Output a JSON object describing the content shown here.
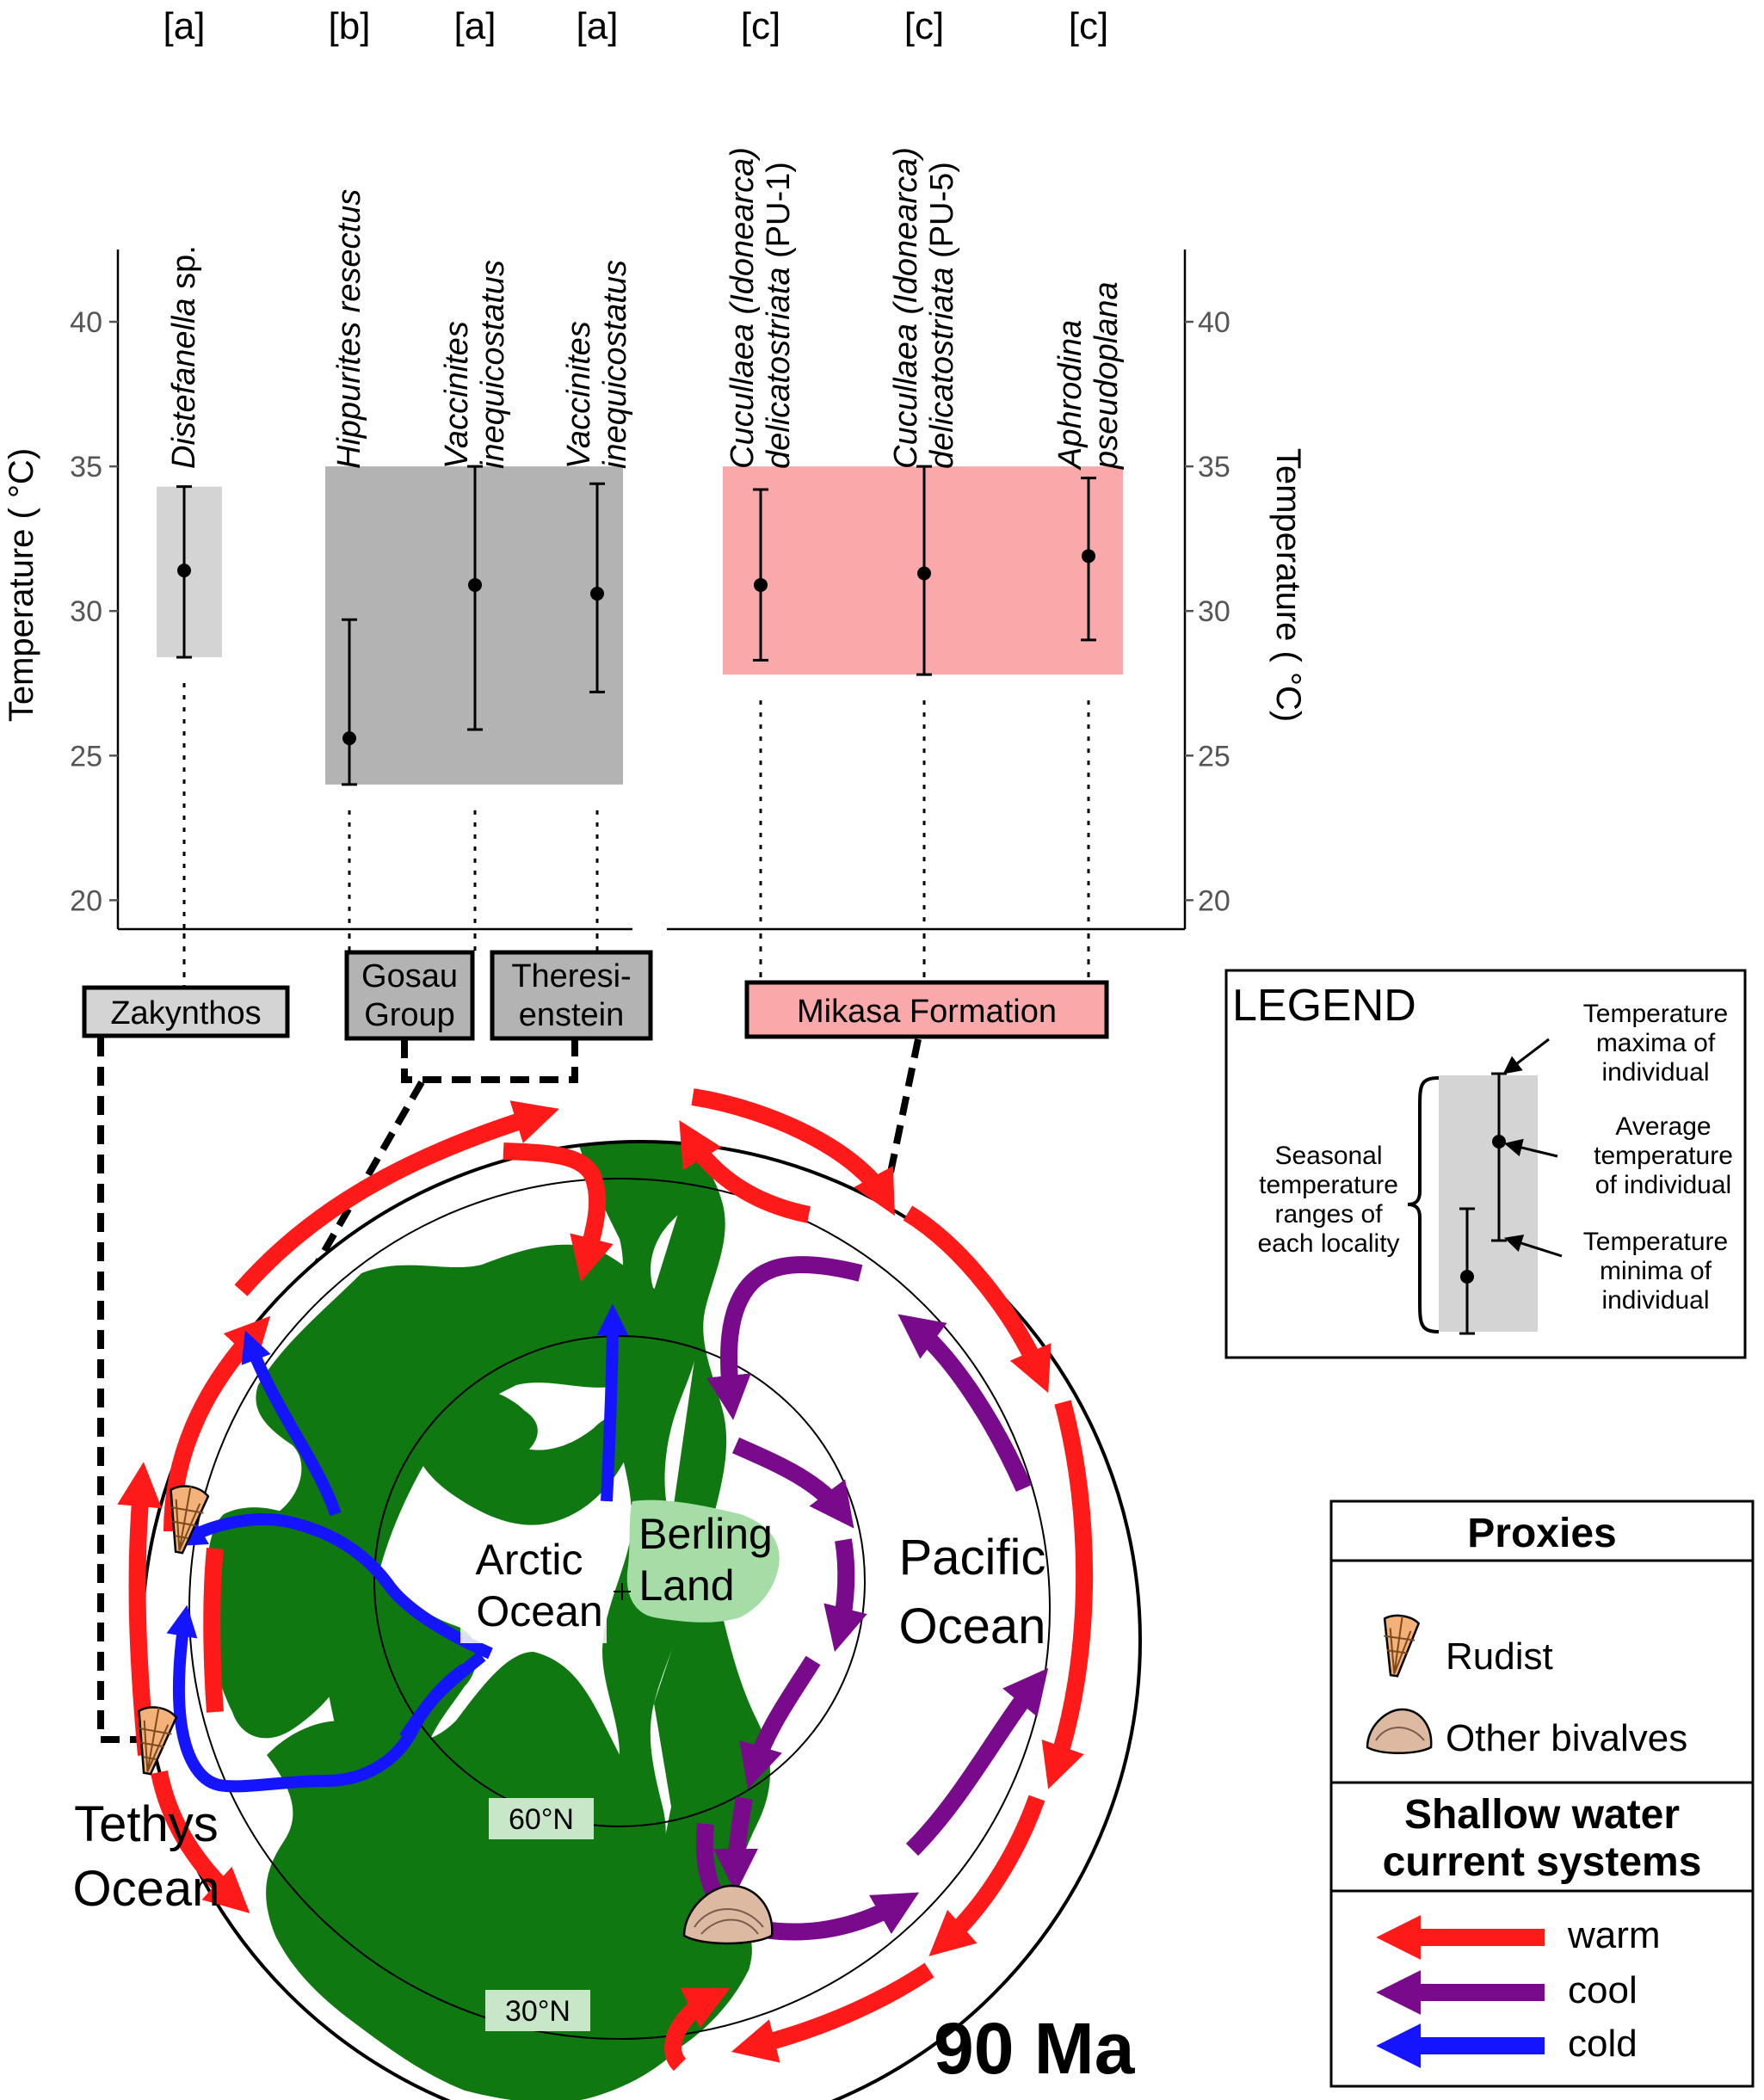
{
  "chart_data": {
    "type": "scatter",
    "ylabel_left": "Temperature ( °C)",
    "ylabel_right": "Temperature ( °C)",
    "ylim": [
      19,
      42.5
    ],
    "yticks": [
      "20",
      "25",
      "30",
      "35",
      "40"
    ],
    "grid": false,
    "specimens": [
      {
        "ref": "[a]",
        "name_lines": [
          [
            "Distefanella",
            " sp."
          ]
        ],
        "mean": 31.4,
        "min": 28.4,
        "max": 34.3
      },
      {
        "ref": "[b]",
        "name_lines": [
          [
            "Hippurites resectus",
            ""
          ]
        ],
        "mean": 25.6,
        "min": 24.0,
        "max": 29.7
      },
      {
        "ref": "[a]",
        "name_lines": [
          [
            "Vaccinites",
            ""
          ],
          [
            "inequicostatus",
            ""
          ]
        ],
        "mean": 30.9,
        "min": 25.9,
        "max": 35.0
      },
      {
        "ref": "[a]",
        "name_lines": [
          [
            "Vaccinites",
            ""
          ],
          [
            "inequicostatus",
            ""
          ]
        ],
        "mean": 30.6,
        "min": 27.2,
        "max": 34.4
      },
      {
        "ref": "[c]",
        "name_lines": [
          [
            "Cucullaea (Idonearca)",
            ""
          ],
          [
            "delicatostriata",
            " (PU-1)"
          ]
        ],
        "mean": 30.9,
        "min": 28.3,
        "max": 34.2
      },
      {
        "ref": "[c]",
        "name_lines": [
          [
            "Cucullaea (Idonearca)",
            ""
          ],
          [
            "delicatostriata",
            " (PU-5)"
          ]
        ],
        "mean": 31.3,
        "min": 27.8,
        "max": 35.0
      },
      {
        "ref": "[c]",
        "name_lines": [
          [
            "Aphrodina",
            ""
          ],
          [
            "pseudoplana",
            ""
          ]
        ],
        "mean": 31.9,
        "min": 29.0,
        "max": 34.6
      }
    ],
    "locality_ranges": [
      {
        "locality": "Zakynthos",
        "min": 28.4,
        "max": 34.3,
        "color": "#d4d4d4"
      },
      {
        "locality": "Gosau Group + Theresienstein",
        "min": 24.0,
        "max": 35.0,
        "color": "#b3b3b3"
      },
      {
        "locality": "Mikasa Formation",
        "min": 27.8,
        "max": 35.0,
        "color": "#f9a9aa"
      }
    ]
  },
  "localities": {
    "zakynthos": "Zakynthos",
    "gosau": [
      "Gosau",
      "Group"
    ],
    "theresienstein": [
      "Theresi-",
      "enstein"
    ],
    "mikasa": "Mikasa Formation"
  },
  "legend": {
    "title": "LEGEND",
    "max_label": [
      "Temperature",
      "maxima of",
      "individual"
    ],
    "avg_label": [
      "Average",
      "temperature",
      "of individual"
    ],
    "min_label": [
      "Temperature",
      "minima of",
      "individual"
    ],
    "range_label": [
      "Seasonal",
      "temperature",
      "ranges of",
      "each locality"
    ]
  },
  "map": {
    "arctic": [
      "Arctic",
      "Ocean"
    ],
    "berling": [
      "Berling",
      "Land"
    ],
    "pacific": [
      "Pacific",
      "Ocean"
    ],
    "tethys": [
      "Tethys",
      "Ocean"
    ],
    "lat60": "60°N",
    "lat30": "30°N",
    "age": "90 Ma"
  },
  "proxies": {
    "title": "Proxies",
    "rudist": "Rudist",
    "other": "Other bivalves",
    "currents_title": [
      "Shallow water",
      "current systems"
    ],
    "warm": "warm",
    "cool": "cool",
    "cold": "cold",
    "colors": {
      "warm": "#ff1a1a",
      "cool": "#7a0a8c",
      "cold": "#1414ff",
      "land": "#107810",
      "berling": "#a6dca6"
    }
  }
}
